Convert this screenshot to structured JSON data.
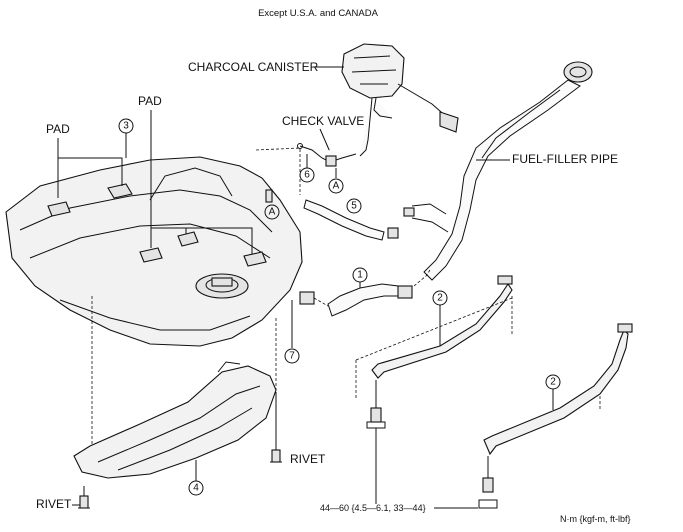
{
  "header": {
    "note": "Except U.S.A. and CANADA"
  },
  "labels": {
    "charcoal_canister": "CHARCOAL CANISTER",
    "check_valve": "CHECK VALVE",
    "fuel_filler_pipe": "FUEL-FILLER PIPE",
    "pad_left": "PAD",
    "pad_top": "PAD",
    "rivet_right": "RIVET",
    "rivet_left": "RIVET",
    "torque_spec": "44—60 {4.5—6.1, 33—44}",
    "units": "N·m {kgf-m, ft-lbf}"
  },
  "callouts": {
    "c1": "1",
    "c2a": "2",
    "c2b": "2",
    "c3": "3",
    "c4": "4",
    "c5": "5",
    "c6": "6",
    "c7": "7",
    "a1": "A",
    "a2": "A"
  }
}
